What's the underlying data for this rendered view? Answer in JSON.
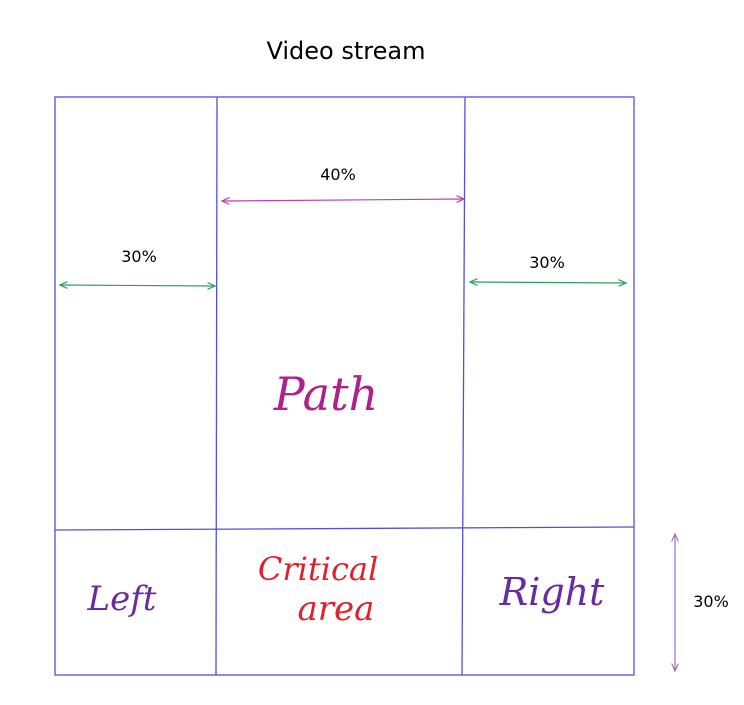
{
  "title": "Video stream",
  "colors": {
    "grid": "#5050d8",
    "arrow_magenta": "#c040b0",
    "arrow_green": "#2e9e5e",
    "arrow_purple": "#9a70c0",
    "text_path": "#b0208a",
    "text_critical": "#e0202a",
    "text_side": "#6a2aa0"
  },
  "widths": {
    "center_label": "40%",
    "left_label": "30%",
    "right_label": "30%"
  },
  "height": {
    "bottom_label": "30%"
  },
  "regions": {
    "path": "Path",
    "critical_line1": "Critical",
    "critical_line2": "area",
    "left": "Left",
    "right": "Right"
  }
}
